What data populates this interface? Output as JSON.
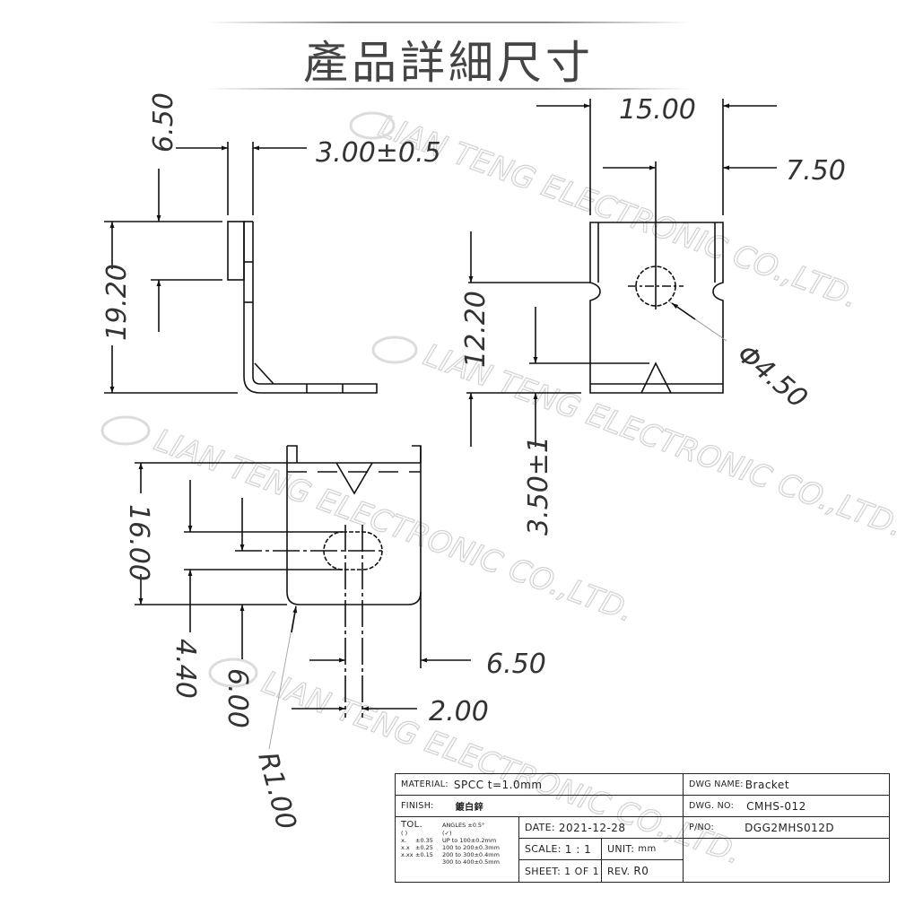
{
  "header": {
    "title": "產品詳細尺寸"
  },
  "watermark": {
    "text": "LIAN TENG ELECTRONIC CO.,LTD.",
    "color": "#d2d2d2"
  },
  "views": {
    "side_view": {
      "dims": {
        "top_offset": "6.50",
        "width_tol": "3.00±0.5",
        "height": "19.20"
      }
    },
    "front_view": {
      "dims": {
        "width": "15.00",
        "hole_center": "7.50",
        "hole_height": "12.20",
        "hole_diameter": "Φ4.50",
        "bottom_offset": "3.50±1"
      }
    },
    "bottom_view": {
      "dims": {
        "height": "16.00",
        "slot_low": "4.40",
        "slot_center": "6.00",
        "radius": "R1.00",
        "slot_offset": "6.50",
        "slot_width": "2.00"
      }
    }
  },
  "title_block": {
    "material_label": "MATERIAL:",
    "material_value": "SPCC t=1.0mm",
    "finish_label": "FINISH:",
    "finish_value": "鍍白鋅",
    "tol_label": "TOL.",
    "tol_bracket": "(  )",
    "angles": "ANGLES ±0.5°",
    "angles_check": "(✓)",
    "tol_rows": [
      {
        "fmt": "x.",
        "tol": "±0.35",
        "range": "UP to 100±0.2mm"
      },
      {
        "fmt": "x.x",
        "tol": "±0.25",
        "range": "100 to 200±0.3mm"
      },
      {
        "fmt": "x.xx",
        "tol": "±0.15",
        "range": "200 to 300±0.4mm"
      },
      {
        "fmt": "",
        "tol": "",
        "range": "300 to 400±0.5mm"
      }
    ],
    "date_label": "DATE:",
    "date_value": "2021-12-28",
    "scale_label": "SCALE:",
    "scale_value": "1 : 1",
    "unit_label": "UNIT:",
    "unit_value": "mm",
    "sheet_label": "SHEET:",
    "sheet_value": "1 OF 1",
    "rev_label": "REV.",
    "rev_value": "R0",
    "dwg_name_label": "DWG NAME:",
    "dwg_name_value": "Bracket",
    "dwg_no_label": "DWG.  NO:",
    "dwg_no_value": "CMHS-012",
    "pno_label": "P/NO:",
    "pno_value": "DGG2MHS012D"
  }
}
